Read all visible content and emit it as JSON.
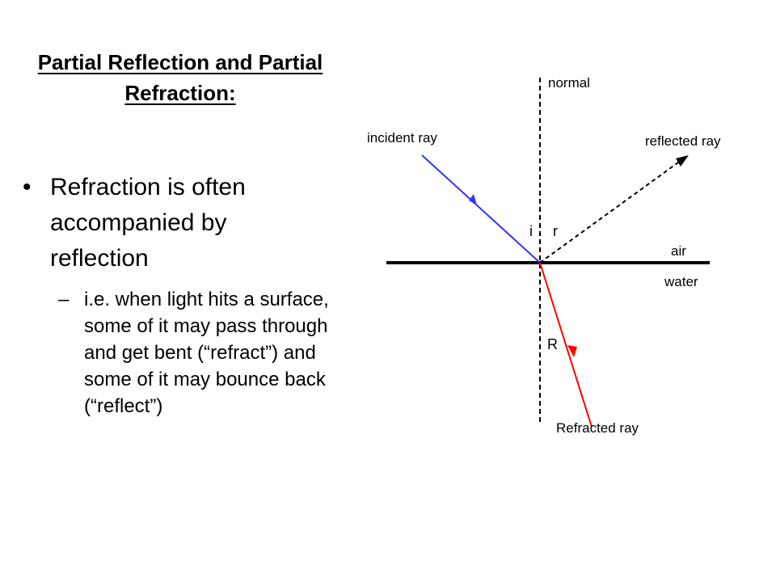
{
  "slide": {
    "title": "Partial Reflection and Partial Refraction:",
    "bullet": {
      "marker": "•",
      "text": "Refraction is often accompanied by reflection"
    },
    "sub_bullet": {
      "marker": "–",
      "text": "i.e. when light hits a surface, some of it may pass through and get bent (“refract”) and some of it may bounce back (“reflect”)"
    }
  },
  "diagram": {
    "labels": {
      "normal": "normal",
      "incident": "incident ray",
      "reflected": "reflected ray",
      "refracted": "Refracted ray",
      "air": "air",
      "water": "water",
      "angle_i": "i",
      "angle_r": "r",
      "angle_R": "R"
    },
    "colors": {
      "incident": "#3333ff",
      "reflected": "#000000",
      "refracted": "#ff0000",
      "boundary": "#000000",
      "normal": "#000000"
    }
  }
}
